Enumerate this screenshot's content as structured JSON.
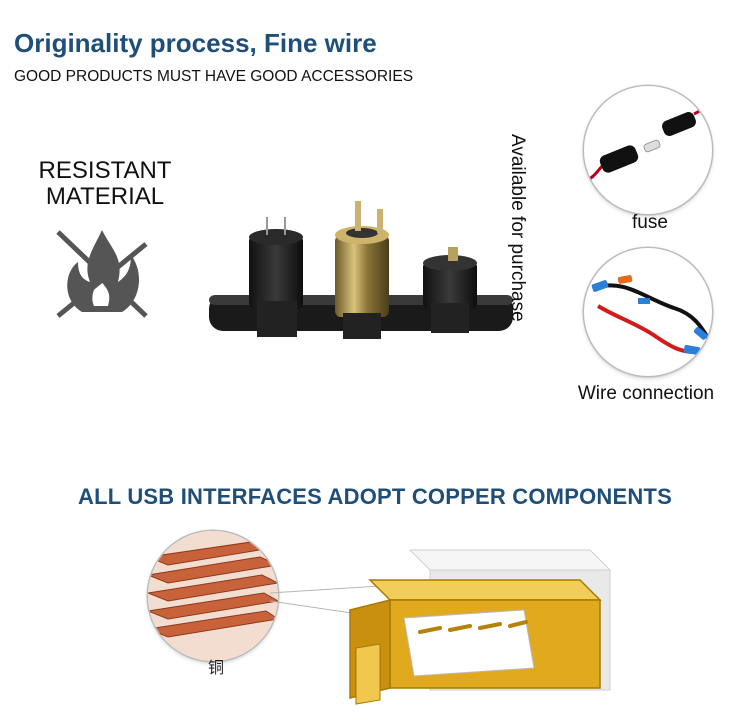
{
  "header": {
    "title": "Originality process, Fine wire",
    "subtitle": "GOOD PRODUCTS MUST HAVE GOOD ACCESSORIES"
  },
  "features": {
    "resistant_material": "RESISTANT\nMATERIAL"
  },
  "side_text": "Available for purchase",
  "accessories": {
    "fuse_label": "fuse",
    "wire_label": "Wire connection"
  },
  "usb_section": {
    "title": "ALL USB INTERFACES ADOPT COPPER COMPONENTS",
    "copper_label": "铜"
  },
  "colors": {
    "title_blue": "#1f4e79",
    "usb_gold": "#e0a91e",
    "copper": "#c8623a"
  }
}
